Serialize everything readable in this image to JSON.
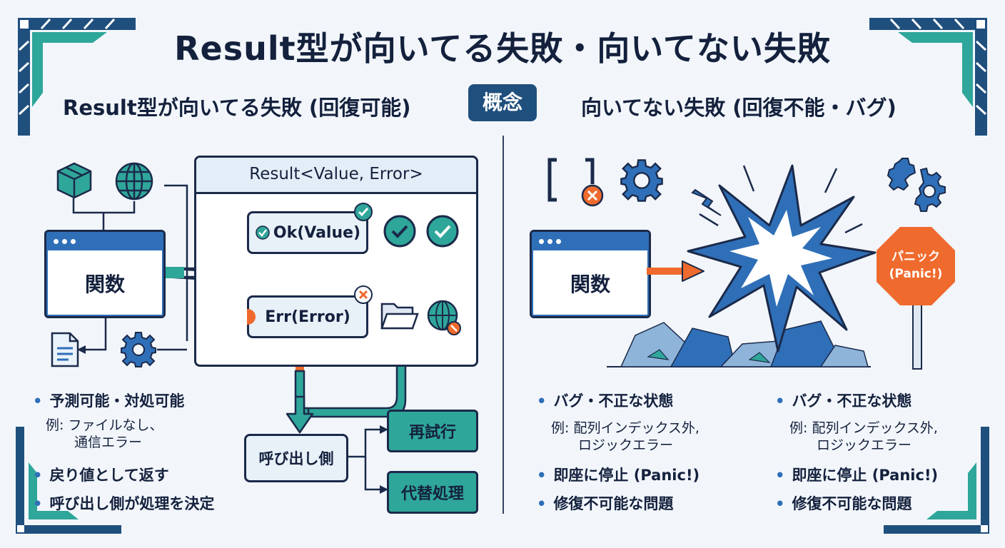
{
  "title": "Result型が向いてる失敗・向いてない失敗",
  "center_tag": "概念",
  "left": {
    "subtitle": "Result型が向いてる失敗 (回復可能)",
    "function_label": "関数",
    "result_type": "Result<Value, Error>",
    "ok_label": "Ok(Value)",
    "err_label": "Err(Error)",
    "caller_label": "呼び出し側",
    "retry_label": "再試行",
    "fallback_label": "代替処理",
    "bullets": [
      {
        "text": "予測可能・対処可能",
        "sub": [
          "例: ファイルなし、",
          "通信エラー"
        ]
      },
      {
        "text": "戻り値として返す"
      },
      {
        "text": "呼び出し側が処理を決定"
      }
    ]
  },
  "right": {
    "subtitle": "向いてない失敗 (回復不能・バグ)",
    "function_label": "関数",
    "panic_label": "パニック",
    "panic_sub": "(Panic!)",
    "bullets_col1": [
      {
        "text": "バグ・不正な状態",
        "sub": [
          "例: 配列インデックス外,",
          "ロジックエラー"
        ]
      },
      {
        "text": "即座に停止 (Panic!)"
      },
      {
        "text": "修復不可能な問題"
      }
    ],
    "bullets_col2": [
      {
        "text": "バグ・不正な状態",
        "sub": [
          "例: 配列インデックス外,",
          "ロジックエラー"
        ]
      },
      {
        "text": "即座に停止 (Panic!)"
      },
      {
        "text": "修復不可能な問題"
      }
    ]
  },
  "colors": {
    "navy": "#1b2a4a",
    "blue": "#2f6fb8",
    "teal": "#2fa69a",
    "orange": "#ef6a2d",
    "background": "#f2f6fb"
  },
  "icons": [
    "box-icon",
    "globe-icon",
    "document-icon",
    "gear-icon",
    "check-icon",
    "error-icon",
    "folder-icon",
    "bracket-icon",
    "explosion-icon",
    "broken-gear-icon",
    "lightning-icon",
    "stop-sign-icon"
  ]
}
